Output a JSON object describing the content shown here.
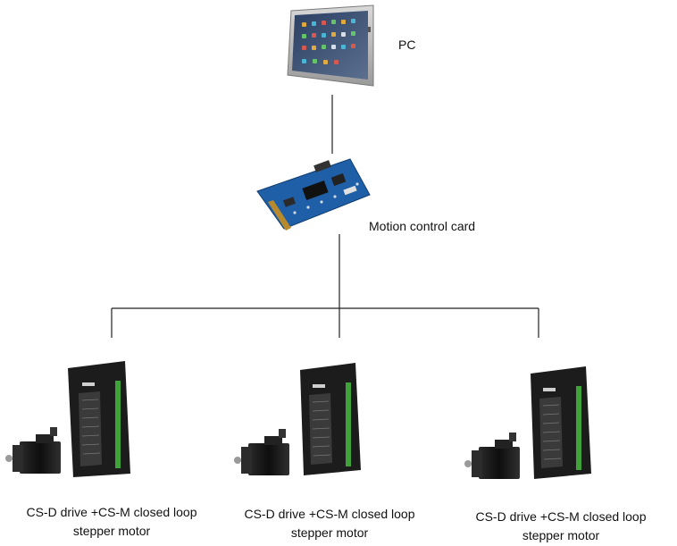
{
  "pc": {
    "label": "PC"
  },
  "card": {
    "label": "Motion control card"
  },
  "drives": [
    {
      "line1": "CS-D drive +CS-M closed loop",
      "line2": "stepper motor"
    },
    {
      "line1": "CS-D drive +CS-M closed loop",
      "line2": "stepper motor"
    },
    {
      "line1": "CS-D drive +CS-M closed loop",
      "line2": "stepper motor"
    }
  ],
  "colors": {
    "line": "#222222",
    "pcb": "#1f5fa8",
    "drive_body": "#1c1c1c",
    "terminal": "#3fa33a",
    "motor": "#111111"
  }
}
